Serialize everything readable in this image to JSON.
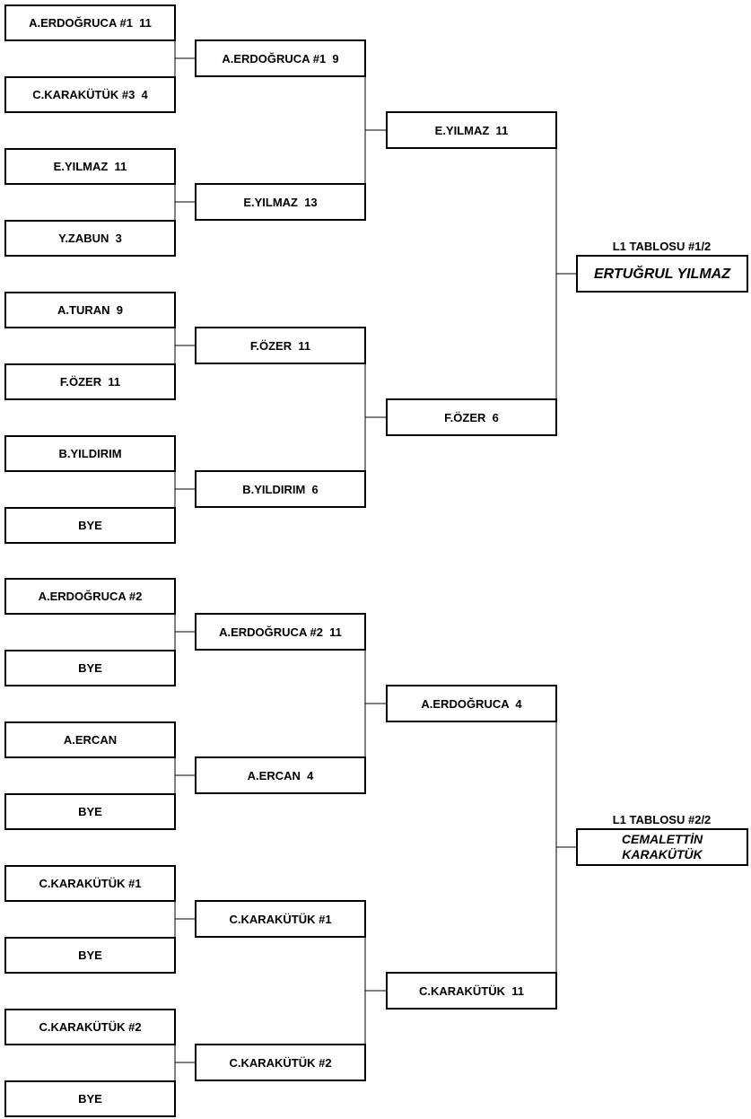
{
  "brackets": [
    {
      "title": "L1 TABLOSU #1/2",
      "winner": "ERTUĞRUL YILMAZ",
      "round1": [
        "A.ERDOĞRUCA #1  11",
        "C.KARAKÜTÜK #3  4",
        "E.YILMAZ  11",
        "Y.ZABUN  3",
        "A.TURAN  9",
        "F.ÖZER  11",
        "B.YILDIRIM",
        "BYE"
      ],
      "round2": [
        "A.ERDOĞRUCA #1  9",
        "E.YILMAZ  13",
        "F.ÖZER  11",
        "B.YILDIRIM  6"
      ],
      "round3": [
        "E.YILMAZ  11",
        "F.ÖZER  6"
      ]
    },
    {
      "title": "L1 TABLOSU #2/2",
      "winner": "CEMALETTİN KARAKÜTÜK",
      "round1": [
        "A.ERDOĞRUCA #2",
        "BYE",
        "A.ERCAN",
        "BYE",
        "C.KARAKÜTÜK #1",
        "BYE",
        "C.KARAKÜTÜK #2",
        "BYE"
      ],
      "round2": [
        "A.ERDOĞRUCA #2  11",
        "A.ERCAN  4",
        "C.KARAKÜTÜK #1",
        "C.KARAKÜTÜK #2"
      ],
      "round3": [
        "A.ERDOĞRUCA  4",
        "C.KARAKÜTÜK  11"
      ]
    }
  ]
}
